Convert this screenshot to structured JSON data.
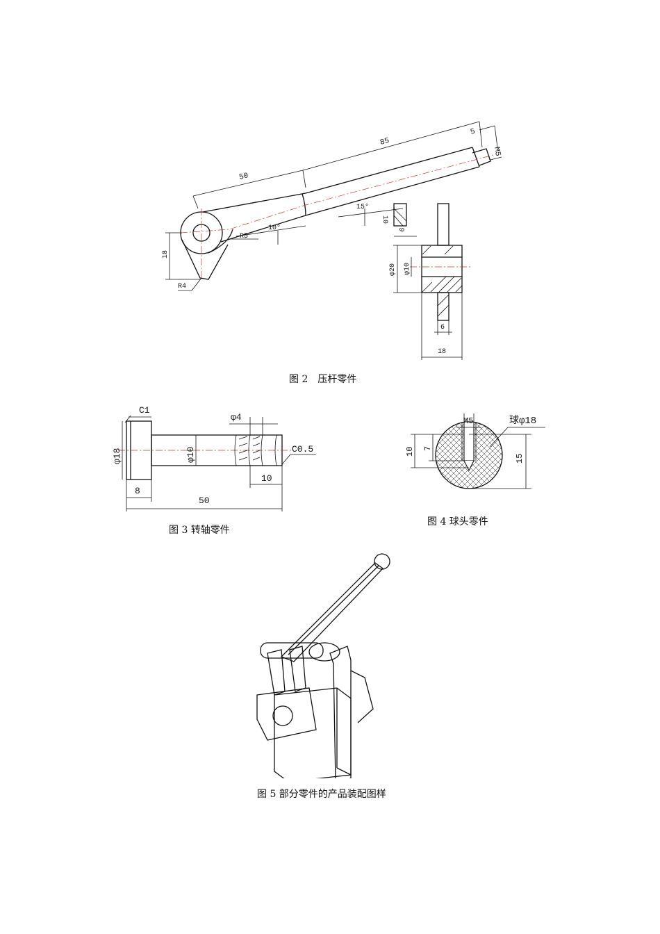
{
  "figures": [
    {
      "caption": "图 2　压杆零件",
      "labels": {
        "d85": "85",
        "d5": "5",
        "m5": "M5",
        "d50": "50",
        "a15": "15°",
        "a10": "10°",
        "r5": "R5",
        "d18v": "18",
        "r4": "R4",
        "d10": "10",
        "d6a": "6",
        "phi20": "φ20",
        "phi10": "φ10",
        "d6b": "6",
        "d18h": "18"
      }
    },
    {
      "caption": "图 3 转轴零件",
      "labels": {
        "c1": "C1",
        "phi4": "φ4",
        "c05": "C0.5",
        "phi18": "φ18",
        "phi10": "φ10",
        "d8": "8",
        "d10": "10",
        "d50": "50"
      }
    },
    {
      "caption": "图 4 球头零件",
      "labels": {
        "m5": "M5",
        "ball": "球φ18",
        "d10": "10",
        "d7": "7",
        "d15": "15"
      }
    },
    {
      "caption": "图 5 部分零件的产品装配图样"
    }
  ]
}
